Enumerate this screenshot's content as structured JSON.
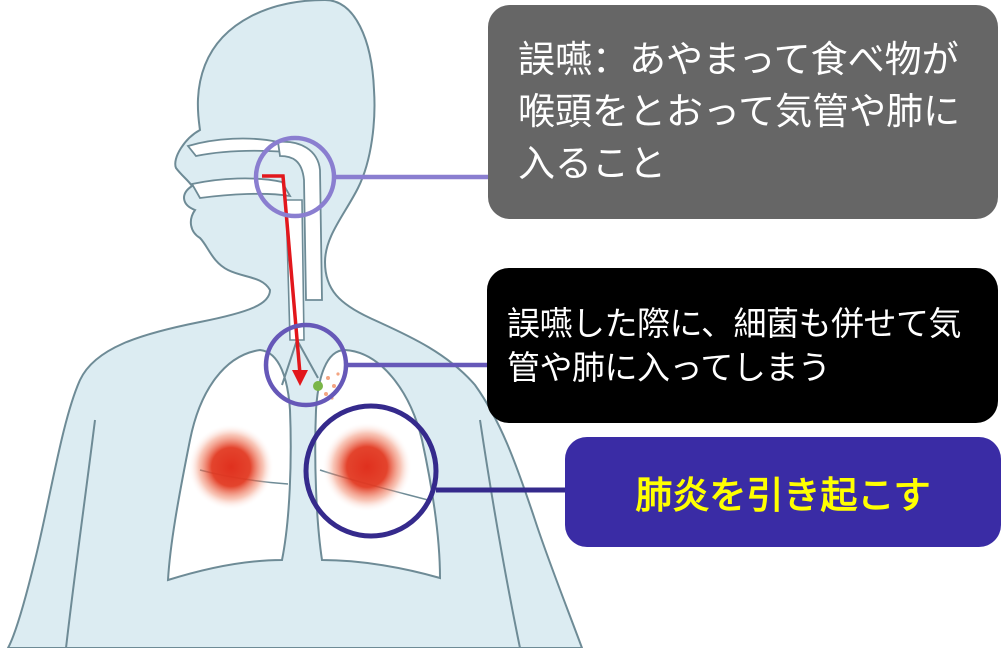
{
  "callouts": [
    {
      "text": "誤嚥：あやまって食べ物が喉頭をとおって気管や肺に入ること"
    },
    {
      "text": "誤嚥した際に、細菌も併せて気管や肺に入ってしまう"
    },
    {
      "text": "肺炎を引き起こす"
    }
  ],
  "colors": {
    "body_fill": "#dcecf2",
    "body_outline": "#6e8b96",
    "lung_fill": "#ffffff",
    "inflammation": "#e0301e",
    "aspiration_path": "#e2171c",
    "magnifier_light": "#8a7ed0",
    "magnifier_dark": "#352a8c",
    "callout1_bg": "#666666",
    "callout1_text": "#ffffff",
    "callout2_bg": "#000000",
    "callout2_text": "#ffffff",
    "callout3_bg": "#3a2ca5",
    "callout3_text": "#ffff00",
    "bacteria_dot": "#7ab648",
    "bacteria_spray": "#f4a582"
  }
}
